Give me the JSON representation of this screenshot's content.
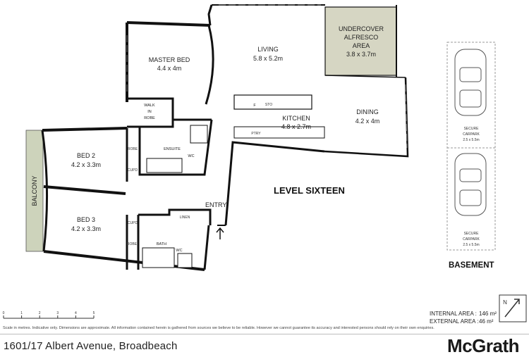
{
  "rooms": {
    "master_bed": {
      "name": "MASTER BED",
      "size": "4.4 x 4m"
    },
    "living": {
      "name": "LIVING",
      "size": "5.8 x 5.2m"
    },
    "alfresco": {
      "line1": "UNDERCOVER",
      "line2": "ALFRESCO",
      "line3": "AREA",
      "size": "3.8 x 3.7m"
    },
    "kitchen": {
      "name": "KITCHEN",
      "size": "4.8 x 2.7m"
    },
    "dining": {
      "name": "DINING",
      "size": "4.2 x 4m"
    },
    "bed2": {
      "name": "BED 2",
      "size": "4.2 x 3.3m"
    },
    "bed3": {
      "name": "BED 3",
      "size": "4.2 x 3.3m"
    },
    "walk_in_robe": {
      "line1": "WALK",
      "line2": "IN",
      "line3": "ROBE"
    },
    "ensuite": "ENSUITE",
    "wc1": "WC",
    "wc2": "WC",
    "bath": "BATH",
    "linen": "LINEN",
    "balcony": "BALCONY",
    "entry": "ENTRY",
    "robe1": "ROBE",
    "robe2": "ROBE",
    "cupd1": "CUPD",
    "cupd2": "CUPD",
    "fridge": "F",
    "store": "STO",
    "pantry": "PTRY"
  },
  "level_title": "LEVEL SIXTEEN",
  "basement": {
    "title": "BASEMENT",
    "carpark1": {
      "line1": "SECURE",
      "line2": "CARPARK",
      "size": "2.5 x 5.5m"
    },
    "carpark2": {
      "line1": "SECURE",
      "line2": "CARPARK",
      "size": "2.5 x 5.5m"
    }
  },
  "scale": {
    "ticks": [
      "0",
      "1",
      "2",
      "3",
      "4",
      "5"
    ]
  },
  "areas": {
    "internal_label": "INTERNAL AREA :",
    "internal_value": "146 m²",
    "external_label": "EXTERNAL AREA :",
    "external_value": "46 m²"
  },
  "disclaimer": "Scale in metres. Indicative only. Dimensions are approximate. All information contained herein is gathered from sources we believe to be reliable. However we cannot guarantee its accuracy and interested persons should rely on their own enquiries.",
  "address": "1601/17 Albert Avenue, Broadbeach",
  "brand": "McGrath",
  "colors": {
    "alfresco_fill": "#d6d6c3",
    "balcony_fill": "#cdd3bb",
    "wall": "#111111"
  }
}
